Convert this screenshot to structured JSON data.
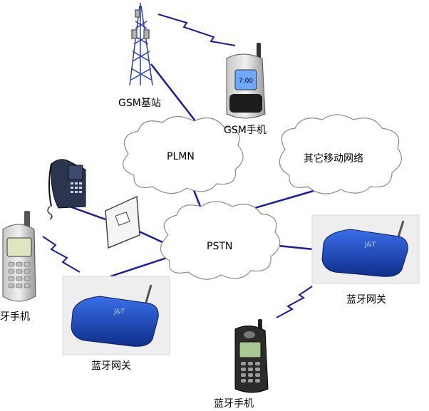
{
  "nodes": {
    "gsm_base_station": "GSM基站",
    "gsm_phone": "GSM手机",
    "plmn": "PLMN",
    "other_mobile_network": "其它移动网络",
    "pstn": "PSTN",
    "bt_phone_left": "牙手机",
    "bt_gateway_left": "蓝牙网关",
    "bt_gateway_right": "蓝牙网关",
    "bt_phone_bottom": "蓝牙手机"
  },
  "phone_screen_text": {
    "gsm": "7:00"
  },
  "gateway_brand": "J&T",
  "colors": {
    "link": "#1a1aa6",
    "cloud_stroke": "#8a8a8a",
    "gateway_blue": "#1e50c8",
    "tower_blue": "#2b3fb0"
  }
}
